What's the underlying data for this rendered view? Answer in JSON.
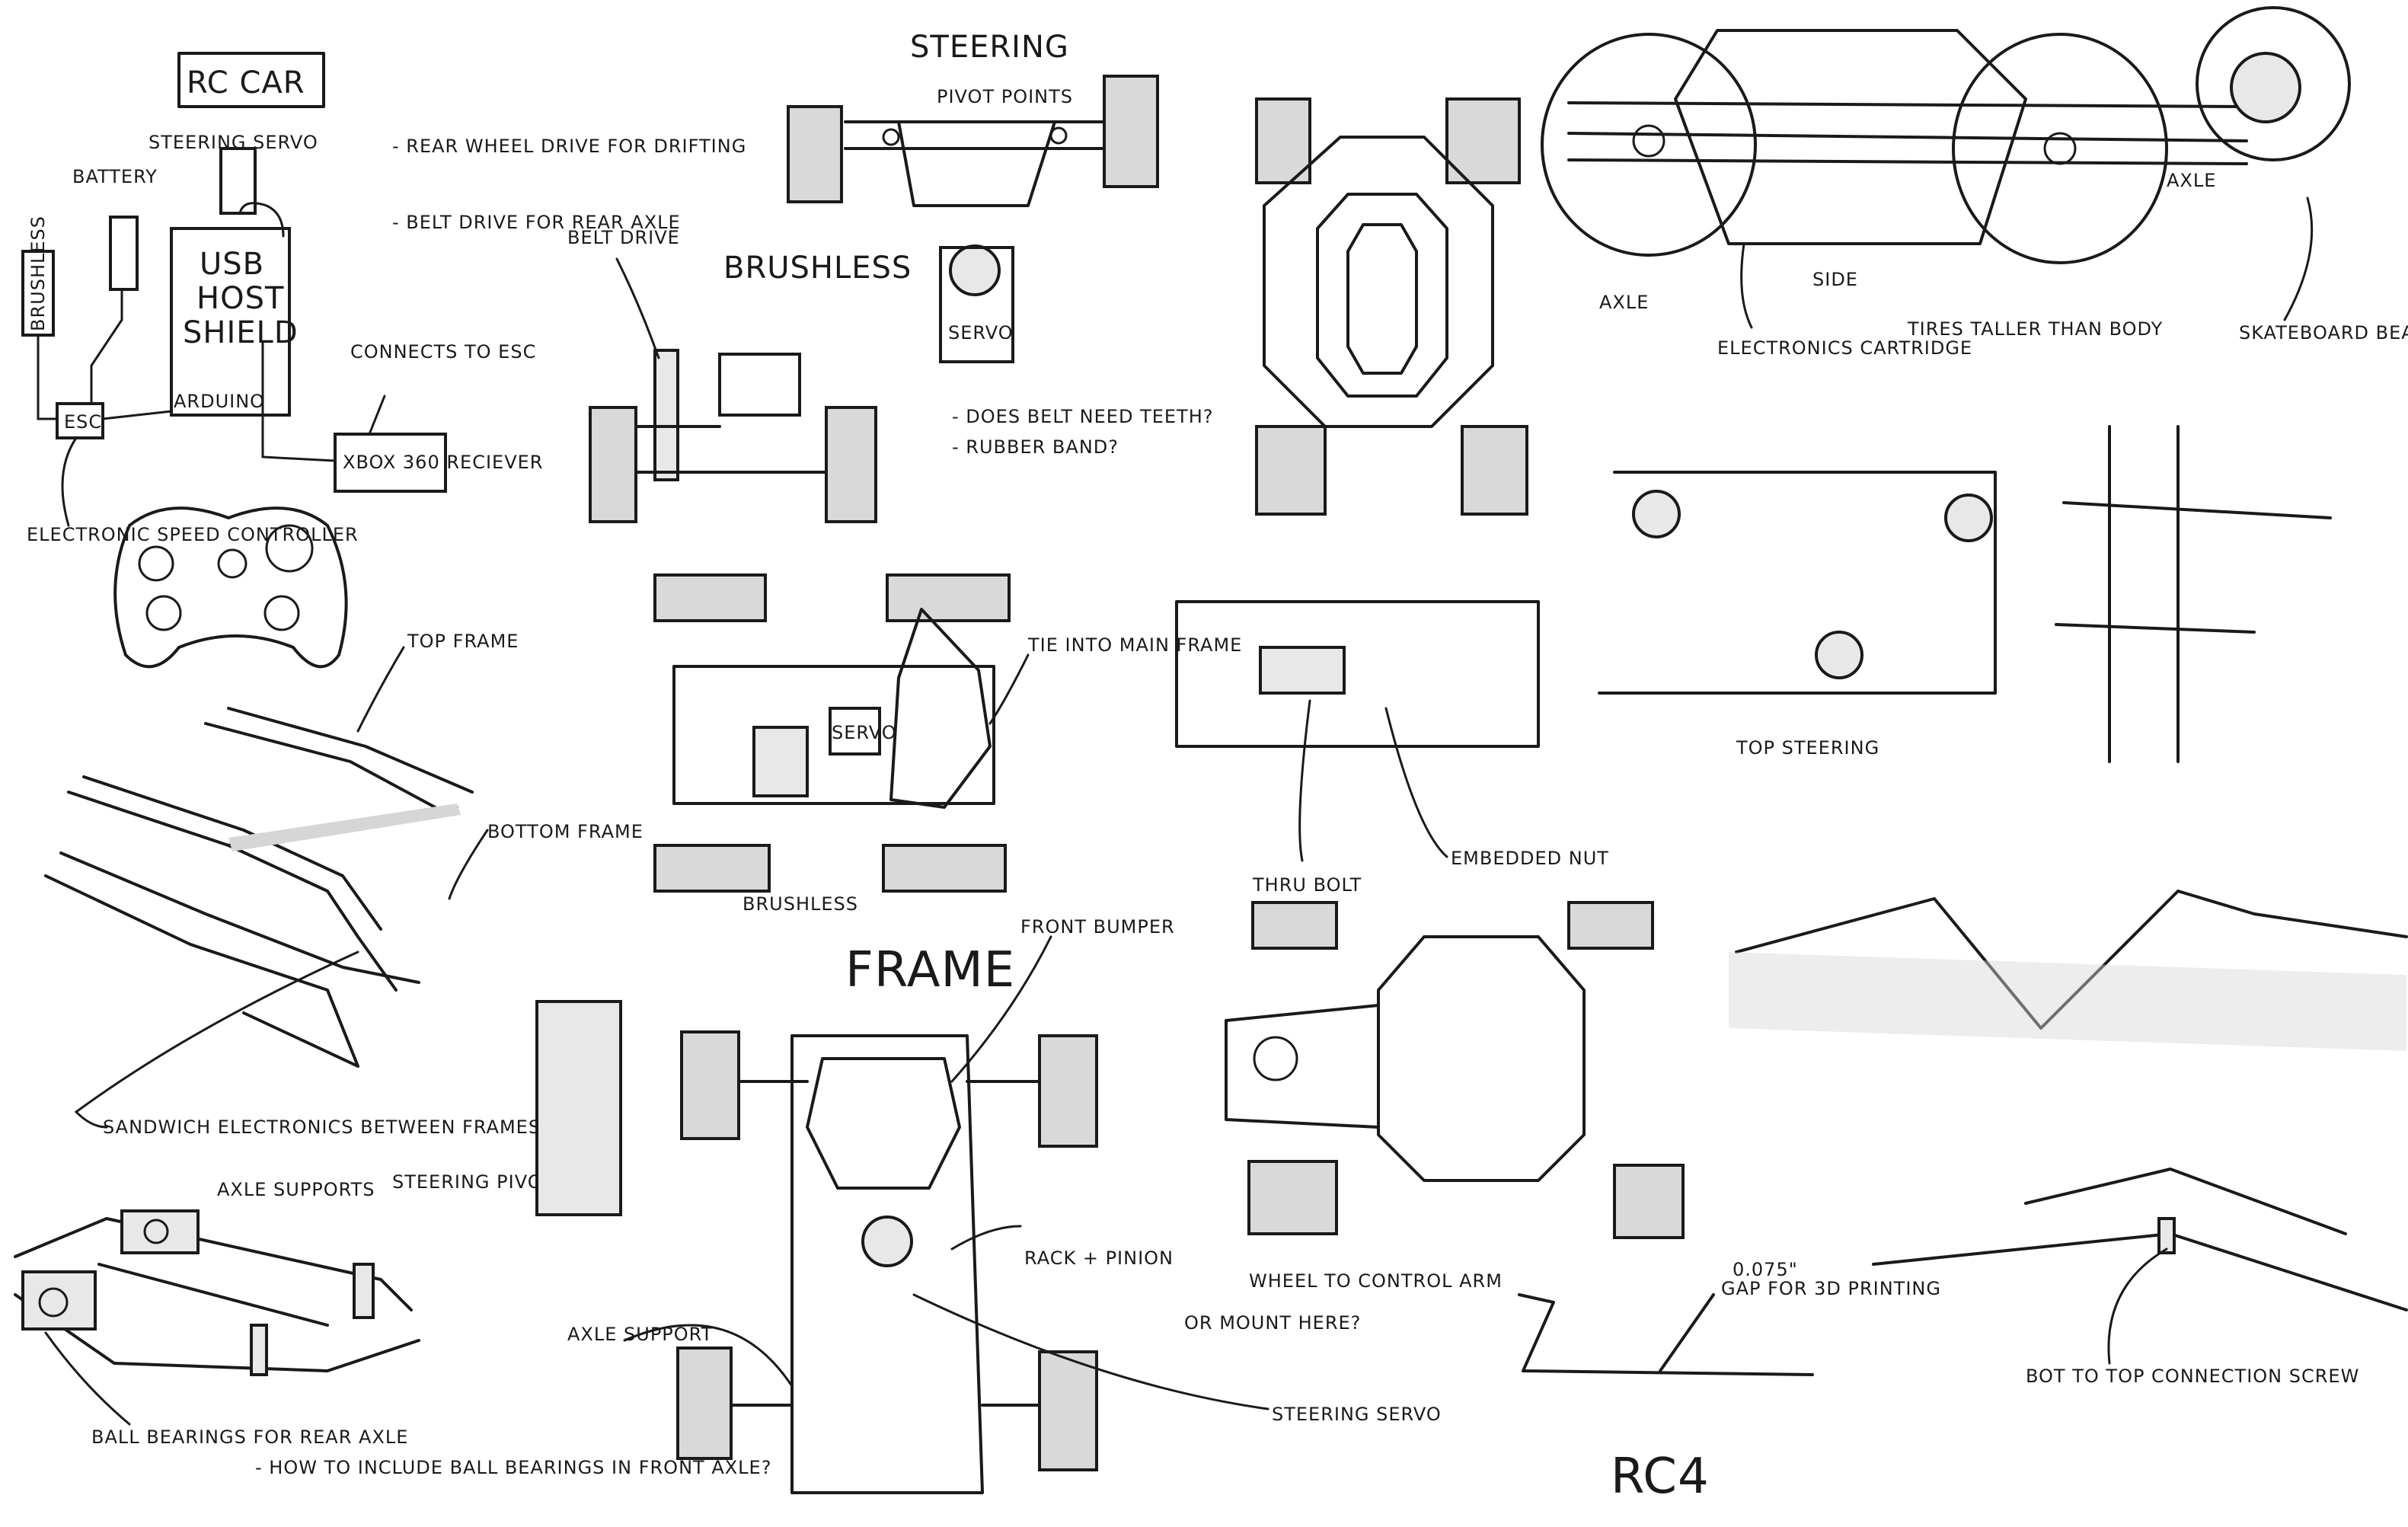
{
  "wiring": {
    "title": "RC CAR",
    "steering_servo": "STEERING SERVO",
    "battery": "BATTERY",
    "brushless": "BRUSHLESS",
    "usb_host_line1": "USB",
    "usb_host_line2": "HOST",
    "usb_host_line3": "SHIELD",
    "arduino": "ARDUINO",
    "esc": "ESC",
    "connects_to_esc": "CONNECTS TO ESC",
    "xbox_receiver": "XBOX 360 RECIEVER",
    "esc_note": "ELECTRONIC SPEED CONTROLLER"
  },
  "notes": {
    "rear_wheel_drive": "- REAR WHEEL DRIVE FOR DRIFTING",
    "belt_drive_rear": "- BELT DRIVE FOR REAR AXLE",
    "belt_teeth": "- DOES BELT NEED TEETH?",
    "rubber_band": "- RUBBER BAND?"
  },
  "frames": {
    "top_frame": "TOP FRAME",
    "bottom_frame": "BOTTOM FRAME",
    "sandwich": "SANDWICH ELECTRONICS BETWEEN FRAMES"
  },
  "axle_sketch": {
    "axle_supports": "AXLE SUPPORTS",
    "steering_pivot_pins": "STEERING PIVOT PINS",
    "ball_bearings": "BALL BEARINGS FOR REAR AXLE",
    "front_axle_question": "- HOW TO INCLUDE BALL BEARINGS IN FRONT AXLE?"
  },
  "steering_sketch": {
    "title": "STEERING",
    "pivot_points": "PIVOT POINTS",
    "servo": "SERVO"
  },
  "drive_sketch": {
    "belt_drive": "BELT DRIVE",
    "brushless": "BRUSHLESS"
  },
  "layout_sketch": {
    "servo": "SERVO",
    "brushless": "BRUSHLESS",
    "tie_into_frame": "TIE INTO MAIN FRAME"
  },
  "frame_sketch": {
    "title": "FRAME",
    "front_bumper": "FRONT BUMPER",
    "rack_pinion": "RACK + PINION",
    "axle_support": "AXLE SUPPORT",
    "or_mount_here": "OR MOUNT HERE?",
    "steering_servo": "STEERING SERVO"
  },
  "side_view": {
    "axle_right": "AXLE",
    "axle_left": "AXLE",
    "side": "SIDE",
    "electronics_cartridge": "ELECTRONICS CARTRIDGE",
    "tires_taller": "TIRES TALLER THAN BODY",
    "skateboard_bearings": "SKATEBOARD BEARINGS MOUNTED IN WHEELS"
  },
  "top_steering": {
    "title": "TOP STEERING",
    "embedded_nut": "EMBEDDED NUT",
    "thru_bolt": "THRU BOLT",
    "wheel_to_arm": "WHEEL TO CONTROL ARM",
    "gap_value": "0.075\"",
    "gap_note": "GAP FOR 3D PRINTING"
  },
  "connection": {
    "screw": "BOT TO TOP CONNECTION SCREW"
  },
  "project_title": "RC4"
}
